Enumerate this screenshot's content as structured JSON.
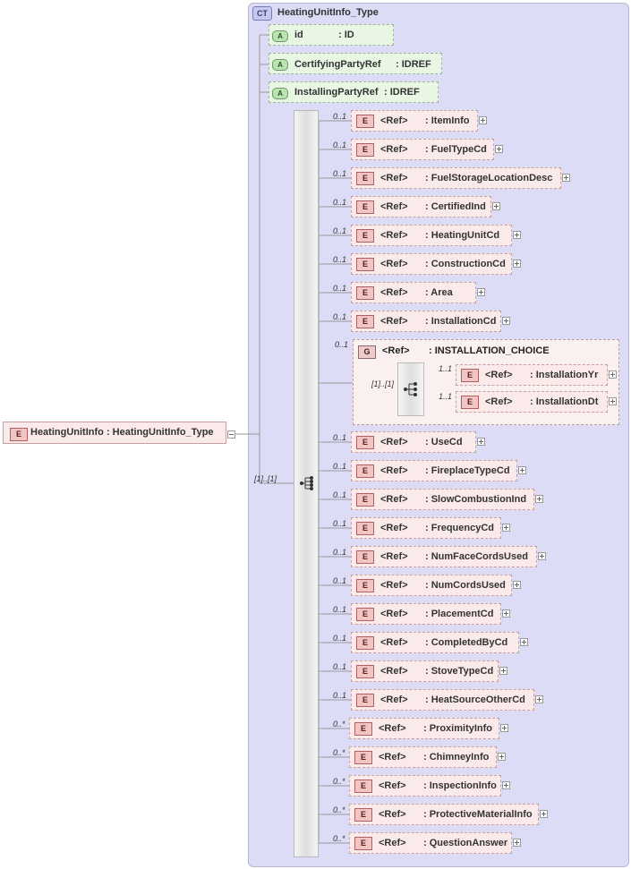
{
  "complex_type": {
    "badge": "CT",
    "title": "HeatingUnitInfo_Type"
  },
  "root": {
    "badge": "E",
    "name": "HeatingUnitInfo",
    "type": ": HeatingUnitInfo_Type"
  },
  "attributes": [
    {
      "badge": "A",
      "name": "id",
      "type": ": ID"
    },
    {
      "badge": "A",
      "name": "CertifyingPartyRef",
      "type": ": IDREF"
    },
    {
      "badge": "A",
      "name": "InstallingPartyRef",
      "type": ": IDREF"
    }
  ],
  "sequence": {
    "occurs": "[1]..[1]"
  },
  "ref_label": "<Ref>",
  "elements_before": [
    {
      "name": ": ItemInfo",
      "occurs": "0..1"
    },
    {
      "name": ": FuelTypeCd",
      "occurs": "0..1"
    },
    {
      "name": ": FuelStorageLocationDesc",
      "occurs": "0..1"
    },
    {
      "name": ": CertifiedInd",
      "occurs": "0..1"
    },
    {
      "name": ": HeatingUnitCd",
      "occurs": "0..1"
    },
    {
      "name": ": ConstructionCd",
      "occurs": "0..1"
    },
    {
      "name": ": Area",
      "occurs": "0..1"
    },
    {
      "name": ": InstallationCd",
      "occurs": "0..1"
    }
  ],
  "group": {
    "badge": "G",
    "ref": "<Ref>",
    "name": ": INSTALLATION_CHOICE",
    "occurs": "0..1",
    "choice_occurs": "[1]..[1]",
    "items": [
      {
        "name": ": InstallationYr",
        "occurs": "1..1"
      },
      {
        "name": ": InstallationDt",
        "occurs": "1..1"
      }
    ]
  },
  "elements_after": [
    {
      "name": ": UseCd",
      "occurs": "0..1"
    },
    {
      "name": ": FireplaceTypeCd",
      "occurs": "0..1"
    },
    {
      "name": ": SlowCombustionInd",
      "occurs": "0..1"
    },
    {
      "name": ": FrequencyCd",
      "occurs": "0..1"
    },
    {
      "name": ": NumFaceCordsUsed",
      "occurs": "0..1"
    },
    {
      "name": ": NumCordsUsed",
      "occurs": "0..1"
    },
    {
      "name": ": PlacementCd",
      "occurs": "0..1"
    },
    {
      "name": ": CompletedByCd",
      "occurs": "0..1"
    },
    {
      "name": ": StoveTypeCd",
      "occurs": "0..1"
    },
    {
      "name": ": HeatSourceOtherCd",
      "occurs": "0..1"
    },
    {
      "name": ": ProximityInfo",
      "occurs": "0..*"
    },
    {
      "name": ": ChimneyInfo",
      "occurs": "0..*"
    },
    {
      "name": ": InspectionInfo",
      "occurs": "0..*"
    },
    {
      "name": ": ProtectiveMaterialInfo",
      "occurs": "0..*"
    },
    {
      "name": ": QuestionAnswer",
      "occurs": "0..*"
    }
  ]
}
